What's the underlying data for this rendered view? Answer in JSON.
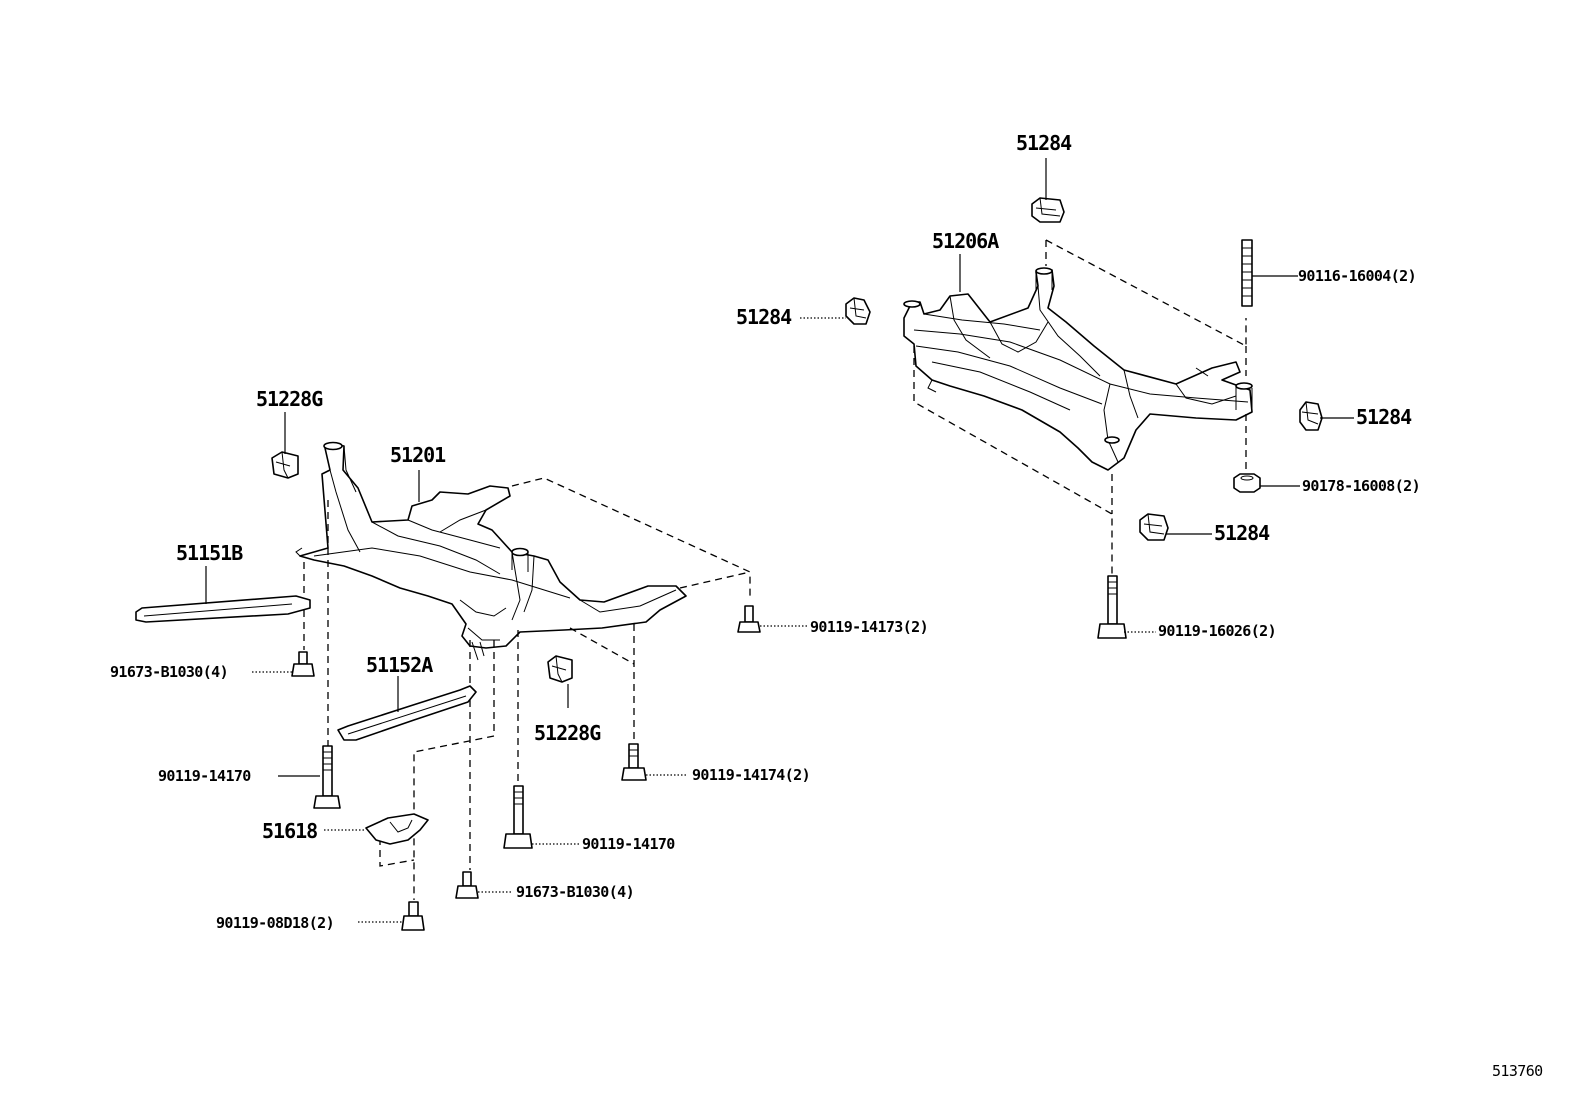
{
  "labels": {
    "front_member": "51201",
    "front_stopper_left": "51228G",
    "front_stopper_right": "51228G",
    "front_brace_b": "51151B",
    "front_brace_a": "51152A",
    "front_plate": "51618",
    "front_bolt_14173": "90119-14173(2)",
    "front_bolt_b1030_left": "91673-B1030(4)",
    "front_bolt_14170_left": "90119-14170",
    "front_bolt_14174": "90119-14174(2)",
    "front_bolt_14170_center": "90119-14170",
    "front_bolt_b1030_bottom": "91673-B1030(4)",
    "front_bolt_08d18": "90119-08D18(2)",
    "rear_member": "51206A",
    "rear_stopper_top": "51284",
    "rear_stopper_left": "51284",
    "rear_stopper_right": "51284",
    "rear_stopper_bottom": "51284",
    "rear_stud": "90116-16004(2)",
    "rear_nut": "90178-16008(2)",
    "rear_bolt": "90119-16026(2)"
  },
  "diagram_id": "513760"
}
